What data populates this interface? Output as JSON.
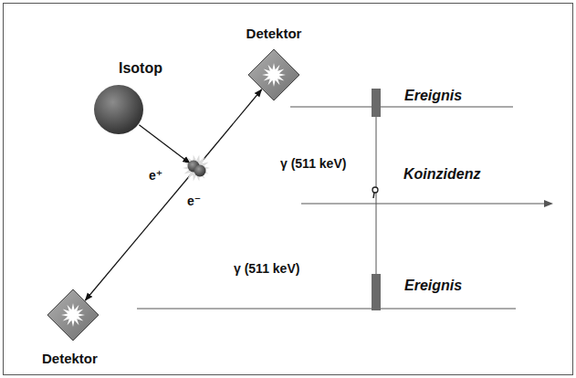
{
  "diagram": {
    "nodes": [
      {
        "text": [
          "Detektor"
        ]
      },
      {
        "text": [
          "Isotop"
        ]
      },
      {
        "text": [
          "e⁻"
        ]
      },
      {
        "text": [
          "Detektor"
        ]
      }
    ],
    "edges": [
      {
        "from": 1,
        "to": 2,
        "label": "e⁺",
        "arrow": "to"
      },
      {
        "from": 2,
        "to": 0,
        "label": "γ (511 keV)",
        "arrow": "to"
      },
      {
        "from": 2,
        "to": 3,
        "label": "γ (511 keV)",
        "arrow": "to"
      }
    ],
    "labels": [
      "Ereignis",
      "Koinzidenz",
      "Ereignis"
    ]
  }
}
